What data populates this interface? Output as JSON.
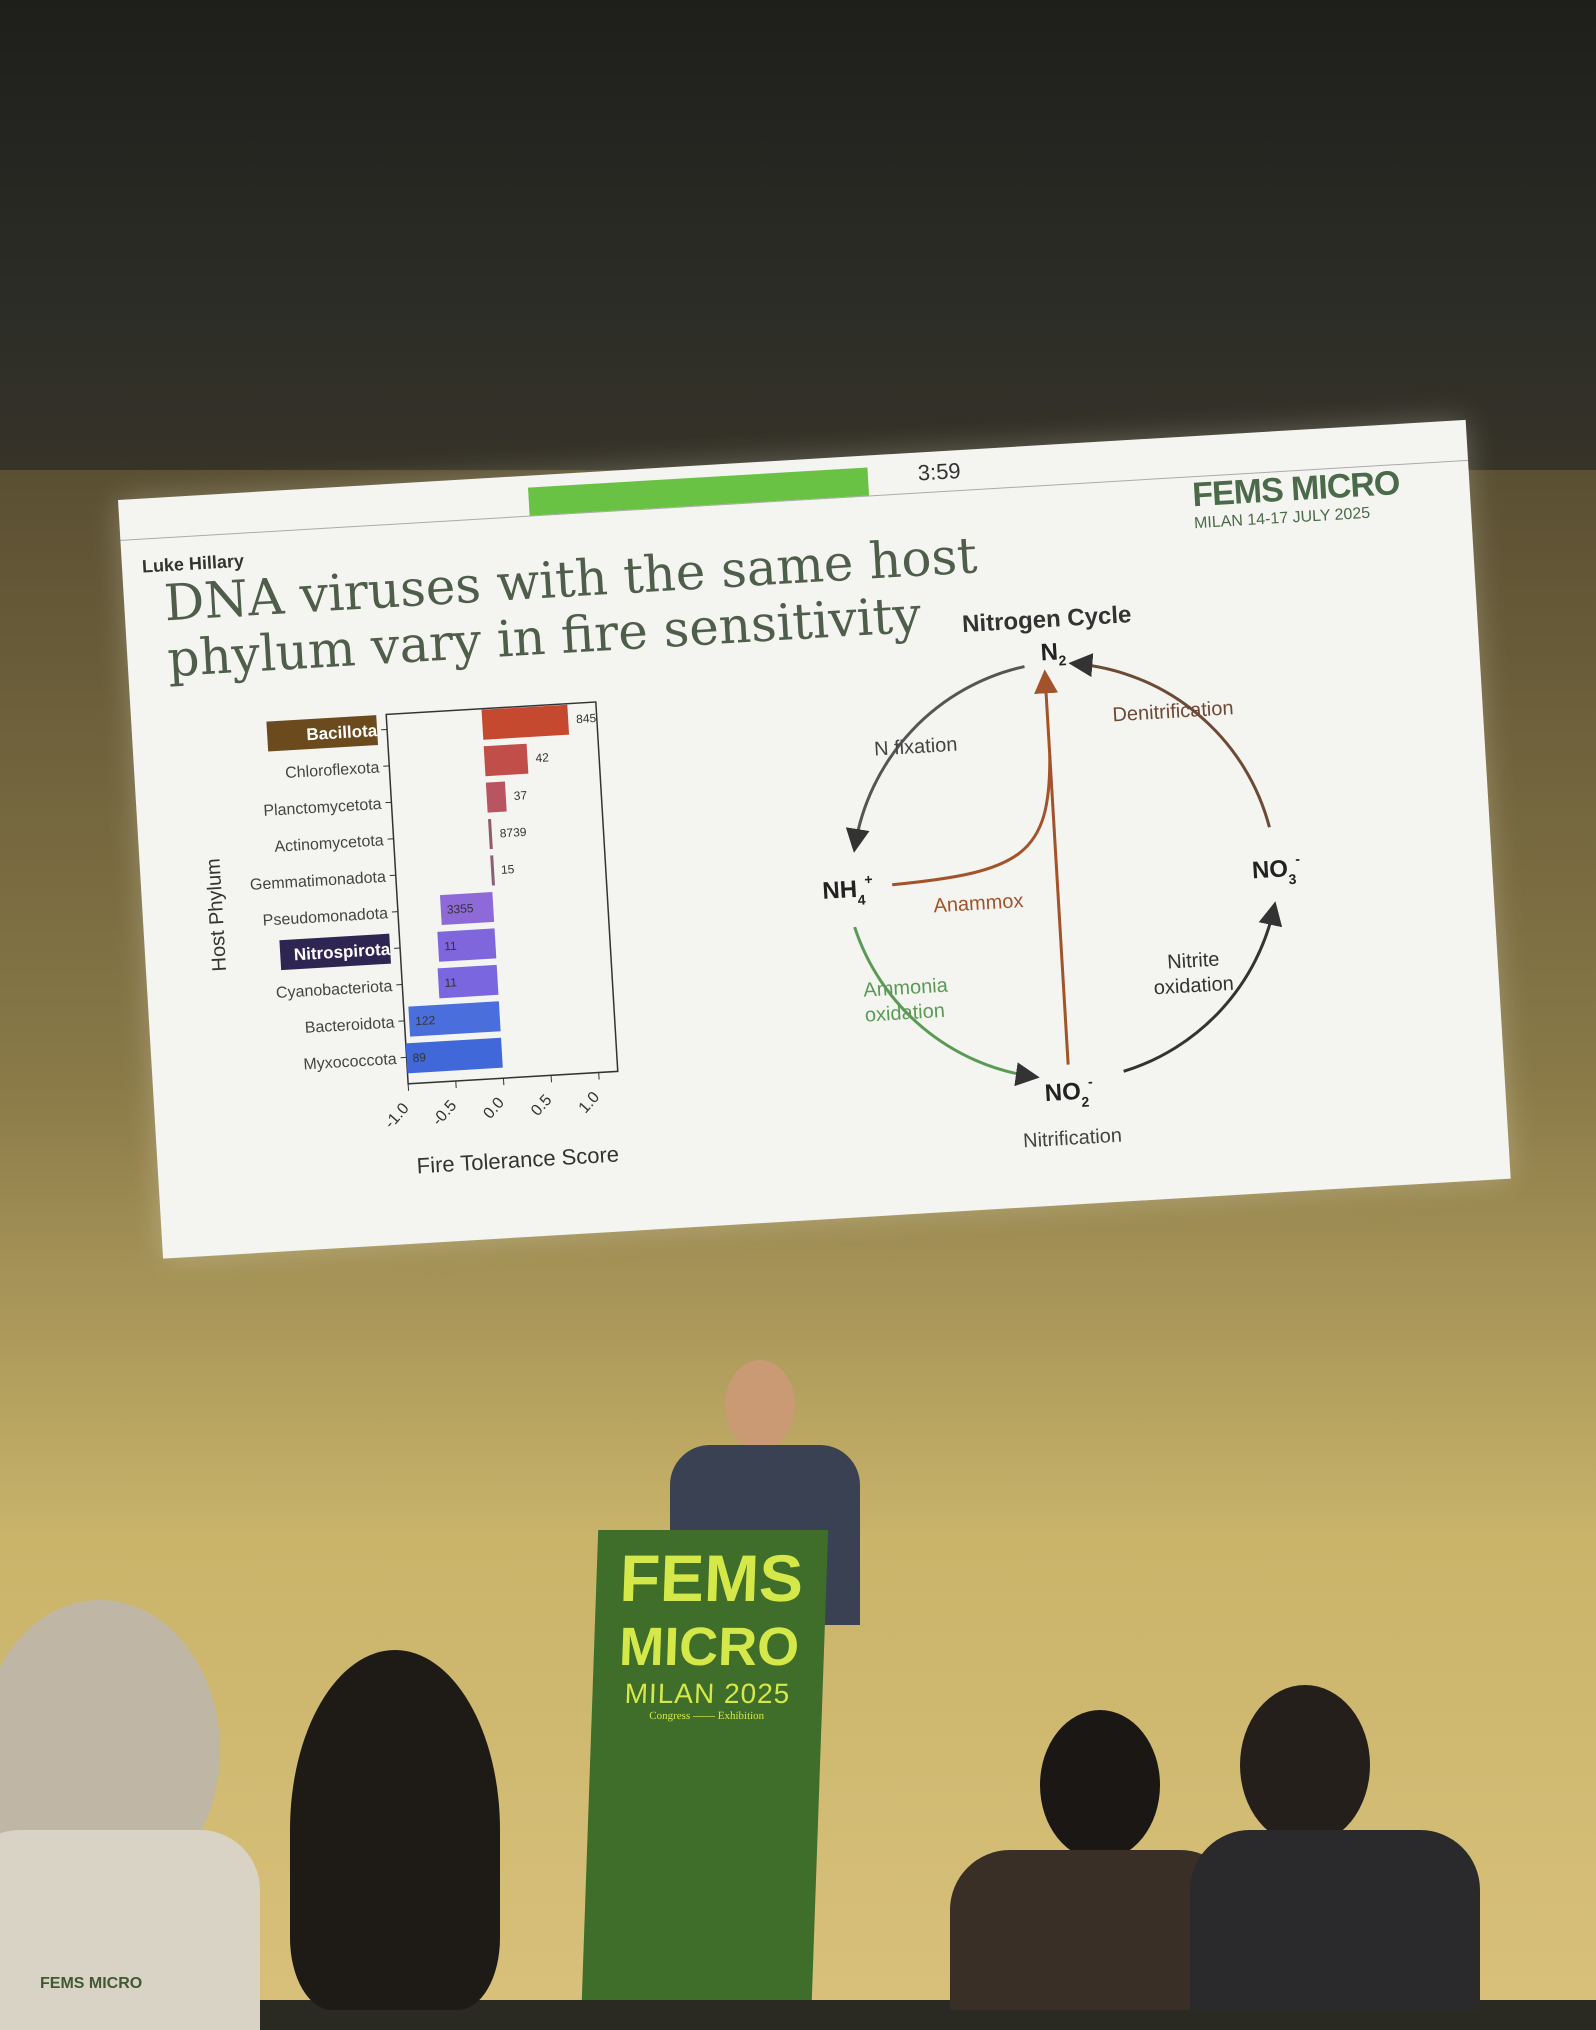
{
  "slide": {
    "timer": "3:59",
    "timer_progress_fraction": 0.5,
    "author": "Luke Hillary",
    "title": "DNA viruses with the same host phylum vary in fire sensitivity",
    "logo": {
      "name": "FEMS MICRO",
      "subtitle": "MILAN 14-17 JULY 2025"
    },
    "cycle": {
      "title": "Nitrogen Cycle",
      "n2": "N",
      "n2_sub": "2",
      "nh4": "NH",
      "nh4_sub": "4",
      "nh4_sup": "+",
      "no3": "NO",
      "no3_sub": "3",
      "no3_sup": "-",
      "no2": "NO",
      "no2_sub": "2",
      "no2_sup": "-",
      "fixation": "N fixation",
      "denit": "Denitrification",
      "anammox": "Anammox",
      "ammonia1": "Ammonia",
      "ammonia2": "oxidation",
      "nitrite1": "Nitrite",
      "nitrite2": "oxidation",
      "nitrification": "Nitrification"
    }
  },
  "chart_data": {
    "type": "bar",
    "orientation": "horizontal",
    "xlabel": "Fire Tolerance Score",
    "ylabel": "Host Phylum",
    "xlim": [
      -1.0,
      1.2
    ],
    "xticks": [
      "-1.0",
      "-0.5",
      "0.0",
      "0.5",
      "1.0"
    ],
    "categories": [
      "Bacillota",
      "Chloroflexota",
      "Planctomycetota",
      "Actinomycetota",
      "Gemmatimonadota",
      "Pseudomonadota",
      "Nitrospirota",
      "Cyanobacteriota",
      "Bacteroidota",
      "Myxococcota"
    ],
    "values": [
      0.9,
      0.45,
      0.2,
      0.03,
      0.02,
      -0.55,
      -0.6,
      -0.62,
      -0.95,
      -1.0
    ],
    "counts": [
      "845",
      "42",
      "37",
      "8739",
      "15",
      "3355",
      "11",
      "11",
      "122",
      "89"
    ],
    "colors": [
      "#c5492e",
      "#c24e4a",
      "#b85560",
      "#8e5a6e",
      "#8a6078",
      "#8d6ad8",
      "#8066dc",
      "#7a66de",
      "#4a6fdc",
      "#4068d8"
    ],
    "highlighted": {
      "Bacillota": "#6b4a1e",
      "Nitrospirota": "#2f2553"
    }
  },
  "podium": {
    "line1": "FEMS",
    "line2": "MICRO",
    "line3": "MILAN 2025",
    "left": "Congress",
    "right": "Exhibition"
  },
  "badge": "FEMS MICRO"
}
